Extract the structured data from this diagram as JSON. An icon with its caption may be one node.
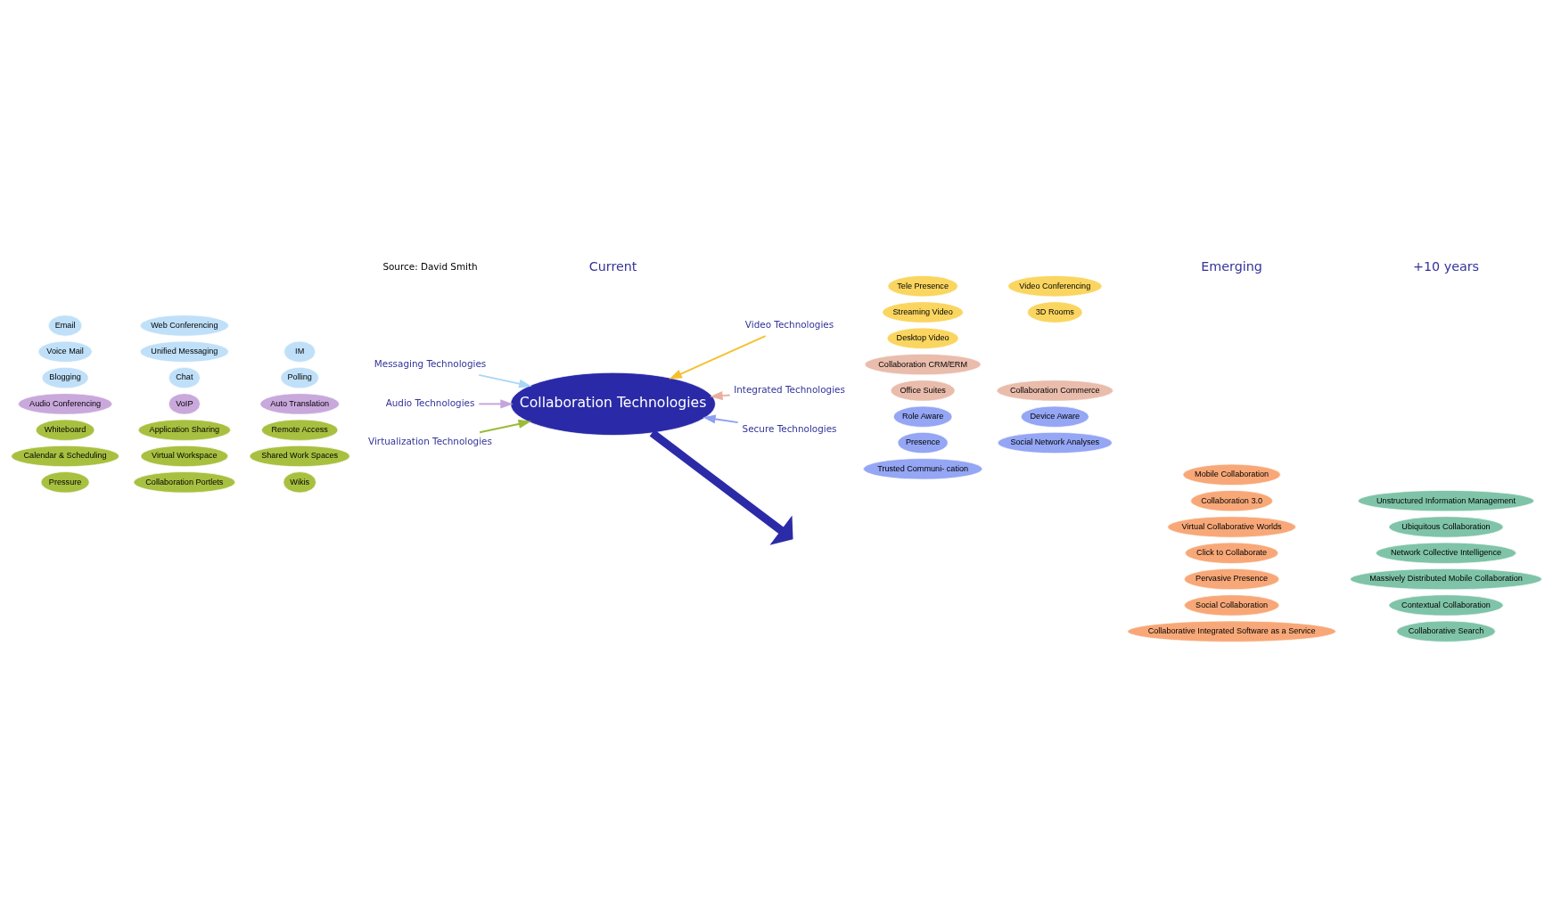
{
  "diagram": {
    "nodes": [
      {
        "text": [
          "Whiteboard"
        ]
      },
      {
        "text": [
          "Application Sharing"
        ]
      },
      {
        "text": [
          "Remote Access"
        ]
      },
      {
        "text": [
          "Calendar & Scheduling"
        ]
      },
      {
        "text": [
          "Virtual Workspace"
        ]
      },
      {
        "text": [
          "Shared Work Spaces"
        ]
      },
      {
        "text": [
          "Pressure"
        ]
      },
      {
        "text": [
          "Collaboration Portlets"
        ]
      },
      {
        "text": [
          "Wikis"
        ]
      },
      {
        "text": [
          "Voice Mail"
        ]
      },
      {
        "text": [
          "Unified Messaging"
        ]
      },
      {
        "text": [
          "IM"
        ]
      },
      {
        "text": [
          "Blogging"
        ]
      },
      {
        "text": [
          "Chat"
        ]
      },
      {
        "text": [
          "Polling"
        ]
      },
      {
        "text": [
          "Email"
        ]
      },
      {
        "text": [
          "Web Conferencing"
        ]
      },
      {
        "text": [
          "Tele Presence"
        ]
      },
      {
        "text": [
          "Video Conferencing"
        ]
      },
      {
        "text": [
          "Streaming Video"
        ]
      },
      {
        "text": [
          "3D Rooms"
        ]
      },
      {
        "text": [
          "Desktop Video"
        ]
      },
      {
        "text": [
          "Virtualization Technologies"
        ]
      },
      {
        "text": [
          "Video Technologies"
        ]
      },
      {
        "text": [
          "Messaging Technologies"
        ]
      },
      {
        "text": [
          "Collaboration Technologies"
        ]
      },
      {
        "text": [
          "Audio Technologies"
        ]
      },
      {
        "text": [
          "Integrated Technologies"
        ]
      },
      {
        "text": [
          "Secure Technologies"
        ]
      },
      {
        "text": [
          "Role Aware"
        ]
      },
      {
        "text": [
          "Device Aware"
        ]
      },
      {
        "text": [
          "Presence"
        ]
      },
      {
        "text": [
          "Social Network Analyses"
        ]
      },
      {
        "text": [
          "Trusted Communi- cation"
        ]
      },
      {
        "text": [
          "Audio Conferencing"
        ]
      },
      {
        "text": [
          "VoIP"
        ]
      },
      {
        "text": [
          "Auto Translation"
        ]
      },
      {
        "text": [
          "Office Suites"
        ]
      },
      {
        "text": [
          "Collaboration Commerce"
        ]
      },
      {
        "text": [
          "Collaboration CRM/ERM"
        ]
      },
      {
        "text": [
          "Collaboration 3.0"
        ]
      },
      {
        "text": [
          "Virtual Collaborative Worlds"
        ]
      },
      {
        "text": [
          "Click to Collaborate"
        ]
      },
      {
        "text": [
          "Pervasive Presence"
        ]
      },
      {
        "text": [
          "Social Collaboration"
        ]
      },
      {
        "text": [
          "Collaborative Integrated Software as a Service"
        ]
      },
      {
        "text": [
          "Mobile Collaboration"
        ]
      },
      {
        "text": [
          "Unstructured Information Management"
        ]
      },
      {
        "text": [
          "Ubiquitous Collaboration"
        ]
      },
      {
        "text": [
          "Network Collective Intelligence"
        ]
      },
      {
        "text": [
          "Massively Distributed Mobile Collaboration"
        ]
      },
      {
        "text": [
          "Contextual Collaboration"
        ]
      },
      {
        "text": [
          "Collaborative Search"
        ]
      }
    ],
    "edges": [
      {
        "from": 22,
        "to": 25,
        "arrow": "to",
        "color": "#9cbb3a"
      },
      {
        "from": 23,
        "to": 25,
        "arrow": "to",
        "color": "#f5c02e"
      },
      {
        "from": 24,
        "to": 25,
        "arrow": "to",
        "color": "#a9d6f5"
      },
      {
        "from": 25,
        "to": null,
        "arrow": "to",
        "style": "thick",
        "color": "#2b2ba8"
      },
      {
        "from": 26,
        "to": 25,
        "arrow": "to",
        "color": "#c5a5dd"
      },
      {
        "from": 27,
        "to": 25,
        "arrow": "to",
        "color": "#e8b0a0"
      },
      {
        "from": 28,
        "to": 25,
        "arrow": "to",
        "color": "#8fa0f0"
      }
    ],
    "labels": [
      "Source: David Smith",
      "Current",
      "Emerging",
      "+10 years"
    ]
  }
}
